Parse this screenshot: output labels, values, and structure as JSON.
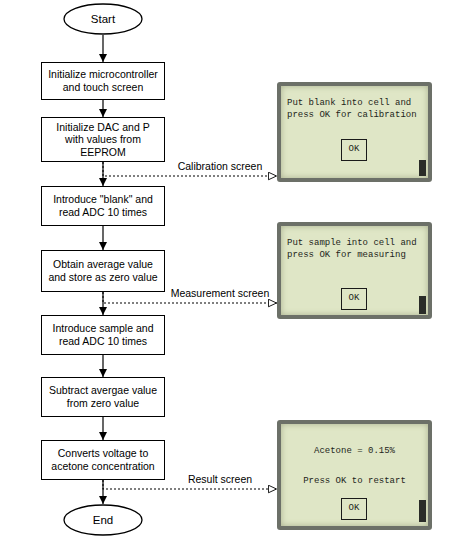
{
  "diagram": {
    "nodes": [
      {
        "text": [
          "Start"
        ]
      },
      {
        "text": [
          "Initialize microcontroller and touch screen"
        ]
      },
      {
        "text": [
          "Initialize DAC and P with values from EEPROM"
        ]
      },
      {
        "text": [
          "Put blank into cell and press OK for calibration"
        ]
      },
      {
        "text": [
          "OK"
        ],
        "in": 3
      },
      {
        "text": [
          "Introduce \"blank\" and read ADC 10 times"
        ]
      },
      {
        "text": [
          "Obtain average value and store as zero value"
        ]
      },
      {
        "text": [
          "Put sample into cell and press OK for measuring"
        ]
      },
      {
        "text": [
          "OK"
        ],
        "in": 7
      },
      {
        "text": [
          "Introduce sample and read ADC 10 times"
        ]
      },
      {
        "text": [
          "Subtract avergae value from zero value"
        ]
      },
      {
        "text": [
          "Converts voltage to acetone concentration"
        ]
      },
      {
        "text": [
          "Acetone = 0.15%",
          "Press OK to restart"
        ]
      },
      {
        "text": [
          "OK"
        ],
        "in": 12
      },
      {
        "text": [
          "End"
        ]
      }
    ],
    "edges": [
      {
        "from": 0,
        "to": 1,
        "arrow": "to"
      },
      {
        "from": 1,
        "to": 2,
        "arrow": "to"
      },
      {
        "from": 2,
        "to": 5,
        "arrow": "to"
      },
      {
        "from": 5,
        "to": 6,
        "arrow": "to"
      },
      {
        "from": 6,
        "to": 9,
        "arrow": "to"
      },
      {
        "from": 9,
        "to": 10,
        "arrow": "to"
      },
      {
        "from": 10,
        "to": 11,
        "arrow": "to"
      },
      {
        "from": 11,
        "to": 14,
        "arrow": "to"
      },
      {
        "from": 2,
        "to": 3,
        "label": "Calibration screen",
        "arrow": "to"
      },
      {
        "from": 6,
        "to": 7,
        "label": "Measurement screen",
        "arrow": "to"
      },
      {
        "from": 11,
        "to": 12,
        "label": "Result screen",
        "arrow": "to"
      }
    ]
  }
}
